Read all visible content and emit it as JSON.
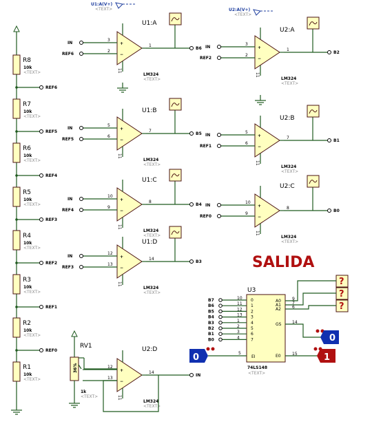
{
  "title": "SALIDA",
  "power": {
    "u1": "U1:A(V+)",
    "u2": "U2:A(V+)"
  },
  "resistors": [
    {
      "ref": "R8",
      "value": "10k",
      "text": "<TEXT>",
      "net": "REF6"
    },
    {
      "ref": "R7",
      "value": "10k",
      "text": "<TEXT>",
      "net": "REF5"
    },
    {
      "ref": "R6",
      "value": "10k",
      "text": "<TEXT>",
      "net": "REF4"
    },
    {
      "ref": "R5",
      "value": "10k",
      "text": "<TEXT>",
      "net": "REF3"
    },
    {
      "ref": "R4",
      "value": "10k",
      "text": "<TEXT>",
      "net": "REF2"
    },
    {
      "ref": "R3",
      "value": "10k",
      "text": "<TEXT>",
      "net": "REF1"
    },
    {
      "ref": "R2",
      "value": "10k",
      "text": "<TEXT>",
      "net": "REF0"
    },
    {
      "ref": "R1",
      "value": "10k",
      "text": "<TEXT>",
      "net": ""
    }
  ],
  "opamps": [
    {
      "ref": "U1:A",
      "part": "LM324",
      "text": "<TEXT>",
      "in_top": "IN",
      "in_bot": "REF6",
      "pin_top": "3",
      "pin_bot": "2",
      "pin_out": "1",
      "out": "B6"
    },
    {
      "ref": "U1:B",
      "part": "LM324",
      "text": "<TEXT>",
      "in_top": "IN",
      "in_bot": "REF5",
      "pin_top": "5",
      "pin_bot": "6",
      "pin_out": "7",
      "out": "B5"
    },
    {
      "ref": "U1:C",
      "part": "LM324",
      "text": "<TEXT>",
      "in_top": "IN",
      "in_bot": "REF4",
      "pin_top": "10",
      "pin_bot": "9",
      "pin_out": "8",
      "out": "B4"
    },
    {
      "ref": "U1:D",
      "part": "LM324",
      "text": "<TEXT>",
      "in_top": "IN",
      "in_bot": "REF3",
      "pin_top": "12",
      "pin_bot": "13",
      "pin_out": "14",
      "out": "B3"
    },
    {
      "ref": "U2:A",
      "part": "LM324",
      "text": "<TEXT>",
      "in_top": "IN",
      "in_bot": "REF2",
      "pin_top": "3",
      "pin_bot": "2",
      "pin_out": "1",
      "out": "B2"
    },
    {
      "ref": "U2:B",
      "part": "LM324",
      "text": "<TEXT>",
      "in_top": "IN",
      "in_bot": "REF1",
      "pin_top": "5",
      "pin_bot": "6",
      "pin_out": "7",
      "out": "B1"
    },
    {
      "ref": "U2:C",
      "part": "LM324",
      "text": "<TEXT>",
      "in_top": "IN",
      "in_bot": "REF0",
      "pin_top": "10",
      "pin_bot": "9",
      "pin_out": "8",
      "out": "B0"
    },
    {
      "ref": "U2:D",
      "part": "LM324",
      "text": "<TEXT>",
      "in_top": "",
      "in_bot": "",
      "pin_top": "12",
      "pin_bot": "13",
      "pin_out": "14",
      "out": "IN"
    }
  ],
  "rv1": {
    "ref": "RV1",
    "value": "1k",
    "text": "<TEXT>",
    "pct": "36%"
  },
  "u3": {
    "ref": "U3",
    "part": "74LS148",
    "text": "<TEXT>",
    "inputs": [
      {
        "net": "B7",
        "pin": "10",
        "name": "0"
      },
      {
        "net": "B6",
        "pin": "11",
        "name": "1"
      },
      {
        "net": "B5",
        "pin": "12",
        "name": "2"
      },
      {
        "net": "B4",
        "pin": "13",
        "name": "3"
      },
      {
        "net": "B3",
        "pin": "1",
        "name": "4"
      },
      {
        "net": "B2",
        "pin": "2",
        "name": "5"
      },
      {
        "net": "B1",
        "pin": "3",
        "name": "6"
      },
      {
        "net": "B0",
        "pin": "4",
        "name": "7"
      }
    ],
    "ei": {
      "pin": "5",
      "name": "EI"
    },
    "outputs": [
      {
        "name": "A0",
        "pin": "9"
      },
      {
        "name": "A1",
        "pin": "7"
      },
      {
        "name": "A2",
        "pin": "6"
      },
      {
        "name": "GS",
        "pin": "14"
      },
      {
        "name": "E0",
        "pin": "15"
      }
    ]
  },
  "logic": {
    "ei_state": "0",
    "gs_state": "0",
    "eo_state": "1",
    "unknown": "?"
  }
}
